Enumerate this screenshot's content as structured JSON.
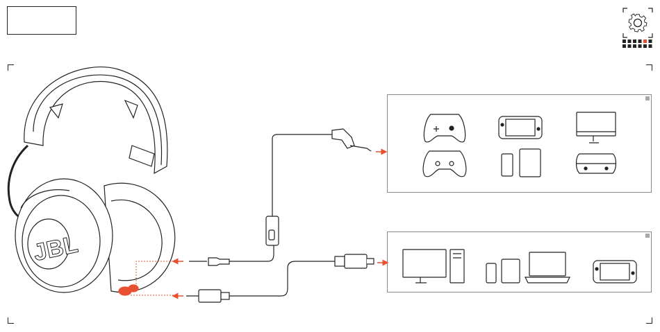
{
  "header": {
    "title_box_text": ""
  },
  "settings": {
    "icon": "gear-icon",
    "progress_dots_total": 6,
    "progress_dots_active_index": 4,
    "accent_color": "#e8502f"
  },
  "diagram": {
    "headset": {
      "brand": "JBL"
    },
    "console_devices": [
      "xbox-controller-icon",
      "nintendo-switch-icon",
      "monitor-icon",
      "playstation-controller-icon",
      "phone-tablet-icon",
      "vr-headset-icon"
    ],
    "pc_devices": [
      "desktop-pc-icon",
      "phone-tablet-icon",
      "laptop-icon",
      "nintendo-switch-icon"
    ],
    "connectors": [
      "3.5mm-jack",
      "usb-cable"
    ],
    "arrow_color": "#e8502f"
  }
}
